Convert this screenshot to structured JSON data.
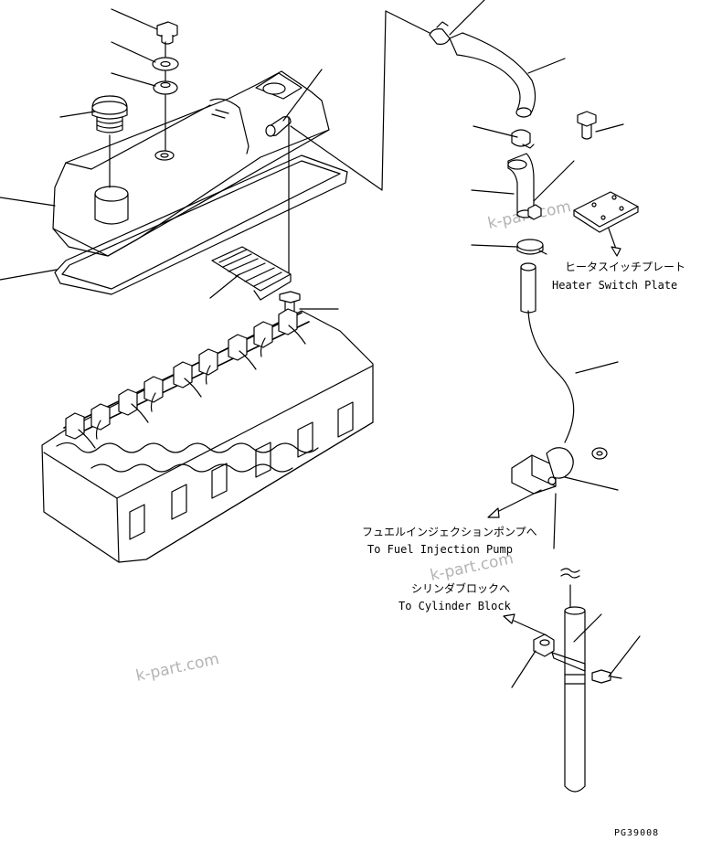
{
  "labels": {
    "heater_switch_plate_jp": "ヒータスイッチプレート",
    "heater_switch_plate_en": "Heater Switch Plate",
    "to_fuel_injection_pump_jp": "フュエルインジェクションポンプへ",
    "to_fuel_injection_pump_en": "To Fuel Injection Pump",
    "to_cylinder_block_jp": "シリンダブロックへ",
    "to_cylinder_block_en": "To Cylinder Block"
  },
  "watermark": "k-part.com",
  "figure_code": "PG39008"
}
